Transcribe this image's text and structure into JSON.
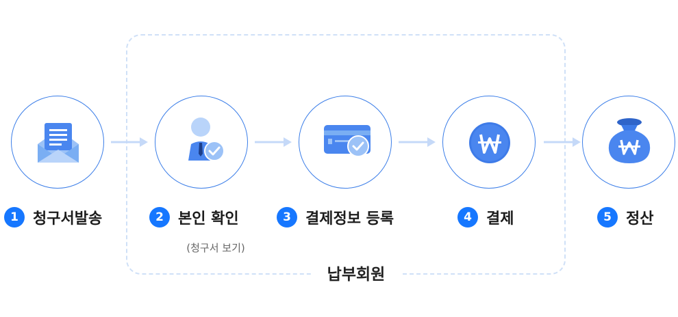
{
  "steps": [
    {
      "number": "1",
      "label": "청구서발송",
      "icon": "mail-icon"
    },
    {
      "number": "2",
      "label": "본인 확인",
      "sub": "(청구서 보기)",
      "icon": "user-check-icon"
    },
    {
      "number": "3",
      "label": "결제정보 등록",
      "icon": "card-check-icon"
    },
    {
      "number": "4",
      "label": "결제",
      "icon": "won-coin-icon"
    },
    {
      "number": "5",
      "label": "정산",
      "icon": "money-bag-icon"
    }
  ],
  "group_label": "납부회원",
  "colors": {
    "accent": "#1677ff",
    "circle_border": "#3a7de8",
    "icon_blue": "#4a86ef",
    "icon_light": "#9cc2f7",
    "dash": "#cfe0f7",
    "arrow": "#c5d9f8"
  }
}
